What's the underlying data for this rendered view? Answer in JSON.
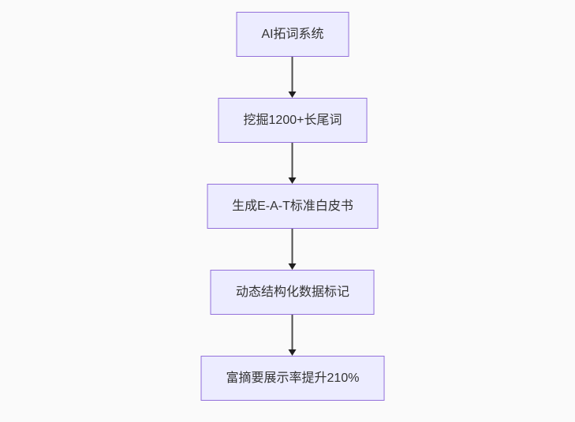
{
  "colors": {
    "page-bg": "#fafafa",
    "node-fill": "#ececff",
    "node-border": "#9370db",
    "node-text": "#333333",
    "arrow-line": "#4d4d4d",
    "arrow-head": "#1f1f1f"
  },
  "flowchart": {
    "direction": "top-down",
    "nodes": [
      {
        "label": "AI拓词系统"
      },
      {
        "label": "挖掘1200+长尾词"
      },
      {
        "label": "生成E-A-T标准白皮书"
      },
      {
        "label": "动态结构化数据标记"
      },
      {
        "label": "富摘要展示率提升210%"
      }
    ]
  }
}
